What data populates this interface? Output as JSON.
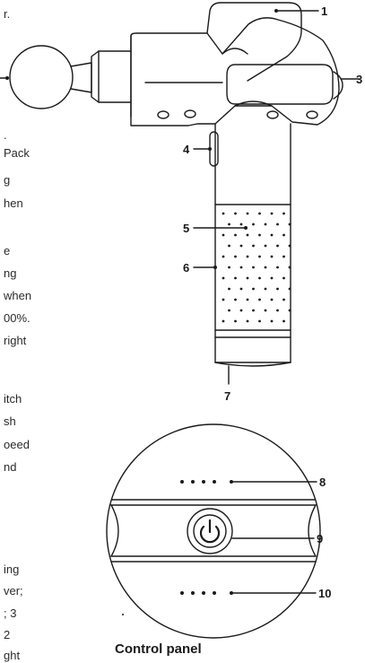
{
  "left_text": [
    "r.",
    ".",
    "Pack",
    "g",
    "hen",
    "e",
    "ng",
    "when",
    "00%.",
    "right",
    "itch",
    "sh",
    "oeed",
    "nd",
    "ing",
    "ver;",
    "; 3",
    "2",
    "ght"
  ],
  "callouts": {
    "c1": "1",
    "c3": "3",
    "c4": "4",
    "c5": "5",
    "c6": "6",
    "c7": "7",
    "c8": "8",
    "c9": "9",
    "c10": "10"
  },
  "caption": "Control panel",
  "colors": {
    "line": "#1a1a1a",
    "background": "#ffffff"
  },
  "icons": {
    "power": "power-icon"
  }
}
